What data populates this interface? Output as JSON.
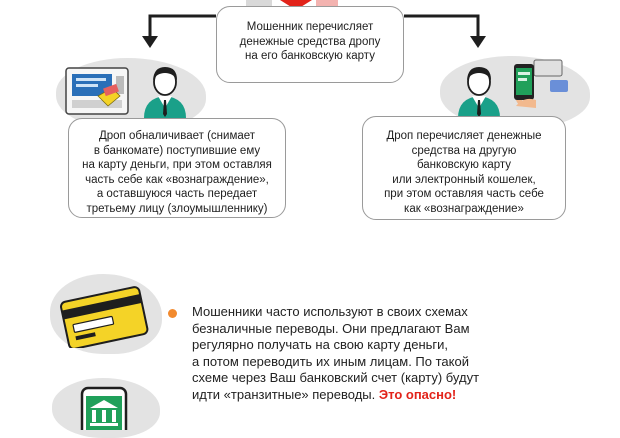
{
  "top_box": {
    "lines": [
      "Мошенник перечисляет",
      "денежные средства дропу",
      "на его банковскую карту"
    ]
  },
  "left_box": {
    "lines": [
      "Дроп обналичивает (снимает",
      "в банкомате) поступившие ему",
      "на карту деньги, при этом оставляя",
      "часть себе как «вознаграждение»,",
      "а оставшуюся часть передает",
      "третьему лицу (злоумышленнику)"
    ]
  },
  "right_box": {
    "lines": [
      "Дроп перечисляет денежные",
      "средства на другую",
      "банковскую карту",
      "или электронный кошелек,",
      "при этом оставляя часть себе",
      "как «вознаграждение»"
    ]
  },
  "warning": {
    "lines": [
      "Мошенники часто используют в своих схемах",
      "безналичные переводы. Они предлагают Вам",
      "регулярно получать на свою карту деньги,",
      "а потом переводить их иным лицам. По такой",
      "схеме через Ваш банковский счет (карту) будут"
    ],
    "last_line": "идти «транзитные» переводы.",
    "danger_text": "Это опасно!"
  },
  "colors": {
    "accent": "#f28a2e",
    "danger": "#e2231a",
    "card": "#f4d327",
    "phone_screen": "#20a05a",
    "shirt": "#1aa089",
    "border": "#9a9a9a"
  },
  "icons": [
    "atm-icon",
    "person-icon",
    "smartphone-payment-icon",
    "bank-card-icon",
    "mobile-bank-icon",
    "arrow-down-icon"
  ]
}
